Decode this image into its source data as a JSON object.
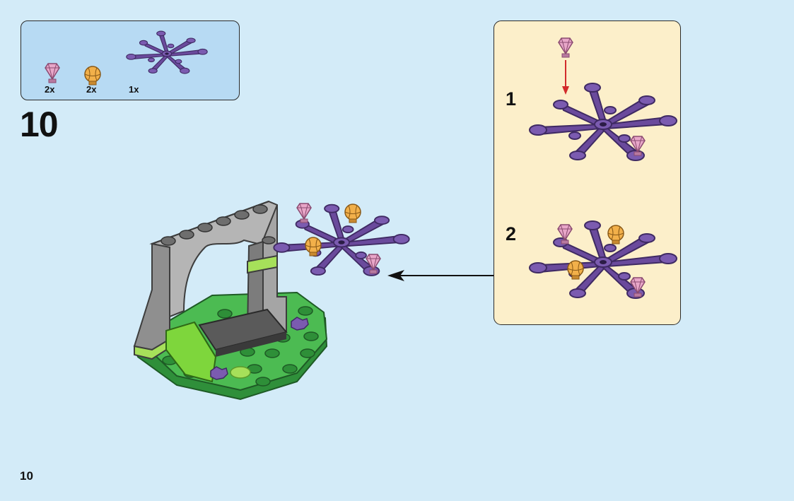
{
  "parts_list": {
    "items": [
      {
        "name": "pink-gem-icon",
        "qty": "2x",
        "color": "#e8a6c8"
      },
      {
        "name": "orange-ball-icon",
        "qty": "2x",
        "color": "#f2b04a"
      },
      {
        "name": "purple-branch-icon",
        "qty": "1x",
        "color": "#6a4a9c"
      }
    ]
  },
  "step": {
    "number": "10"
  },
  "sub_steps": [
    {
      "number": "1"
    },
    {
      "number": "2"
    }
  ],
  "page": {
    "number": "10"
  },
  "colors": {
    "background": "#d3ebf8",
    "parts_box": "#b7daf3",
    "sub_panel": "#fcefca",
    "purple": "#6a4a9c",
    "purple_dark": "#3f2a63",
    "green": "#3fa84a",
    "lime": "#8fd44a",
    "grey": "#a8a8a8",
    "pink": "#e8a6c8",
    "orange": "#f2b04a",
    "red_arrow": "#d22b2b"
  }
}
